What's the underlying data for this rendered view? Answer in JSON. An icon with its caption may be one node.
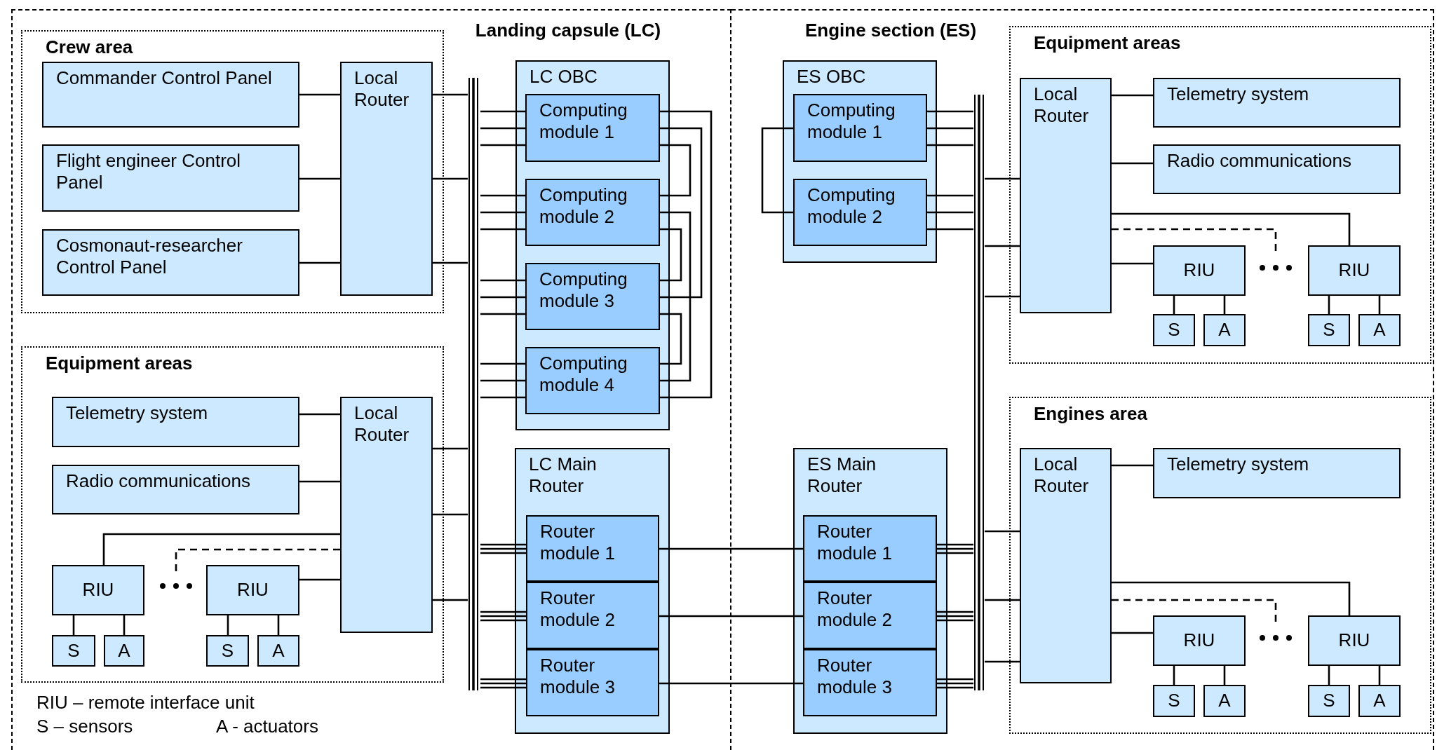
{
  "diagram": {
    "nodes": [
      {
        "text": [
          "Landing capsule (LC)"
        ]
      },
      {
        "text": [
          "Crew area"
        ],
        "in": 0
      },
      {
        "text": [
          "Commander Control Panel"
        ],
        "in": 1
      },
      {
        "text": [
          "Flight engineer Control Panel"
        ],
        "in": 1
      },
      {
        "text": [
          "Cosmonaut-researcher Control Panel"
        ],
        "in": 1
      },
      {
        "text": [
          "Local Router"
        ],
        "in": 1
      },
      {
        "text": [
          "LC OBC"
        ],
        "in": 0
      },
      {
        "text": [
          "Computing module 1"
        ],
        "in": 6
      },
      {
        "text": [
          "Computing module 2"
        ],
        "in": 6
      },
      {
        "text": [
          "Computing module 3"
        ],
        "in": 6
      },
      {
        "text": [
          "Computing module 4"
        ],
        "in": 6
      },
      {
        "text": [],
        "shape": "bar",
        "in": 0
      },
      {
        "text": [
          "Equipment areas"
        ],
        "in": 0
      },
      {
        "text": [
          "Telemetry system"
        ],
        "in": 12
      },
      {
        "text": [
          "Radio communications"
        ],
        "in": 12
      },
      {
        "text": [
          "Local Router"
        ],
        "in": 12
      },
      {
        "text": [
          "RIU"
        ],
        "in": 12
      },
      {
        "text": [
          "RIU"
        ],
        "in": 12
      },
      {
        "text": [
          "S"
        ],
        "in": 12
      },
      {
        "text": [
          "A"
        ],
        "in": 12
      },
      {
        "text": [
          "S"
        ],
        "in": 12
      },
      {
        "text": [
          "A"
        ],
        "in": 12
      },
      {
        "text": [
          "LC Main Router"
        ],
        "in": 0
      },
      {
        "text": [
          "Router module 1"
        ],
        "in": 22
      },
      {
        "text": [
          "Router module 2"
        ],
        "in": 22
      },
      {
        "text": [
          "Router module 3"
        ],
        "in": 22
      },
      {
        "text": [
          "Engine section (ES)"
        ]
      },
      {
        "text": [
          "ES OBC"
        ],
        "in": 26
      },
      {
        "text": [
          "Computing module 1"
        ],
        "in": 27
      },
      {
        "text": [
          "Computing module 2"
        ],
        "in": 27
      },
      {
        "text": [],
        "shape": "bar",
        "in": 26
      },
      {
        "text": [
          "Equipment areas"
        ],
        "in": 26
      },
      {
        "text": [
          "Local Router"
        ],
        "in": 31
      },
      {
        "text": [
          "Telemetry system"
        ],
        "in": 31
      },
      {
        "text": [
          "Radio communications"
        ],
        "in": 31
      },
      {
        "text": [
          "RIU"
        ],
        "in": 31
      },
      {
        "text": [
          "RIU"
        ],
        "in": 31
      },
      {
        "text": [
          "S"
        ],
        "in": 31
      },
      {
        "text": [
          "A"
        ],
        "in": 31
      },
      {
        "text": [
          "S"
        ],
        "in": 31
      },
      {
        "text": [
          "A"
        ],
        "in": 31
      },
      {
        "text": [
          "Engines area"
        ],
        "in": 26
      },
      {
        "text": [
          "Local Router"
        ],
        "in": 41
      },
      {
        "text": [
          "Telemetry system"
        ],
        "in": 41
      },
      {
        "text": [
          "RIU"
        ],
        "in": 41
      },
      {
        "text": [
          "RIU"
        ],
        "in": 41
      },
      {
        "text": [
          "S"
        ],
        "in": 41
      },
      {
        "text": [
          "A"
        ],
        "in": 41
      },
      {
        "text": [
          "S"
        ],
        "in": 41
      },
      {
        "text": [
          "A"
        ],
        "in": 41
      },
      {
        "text": [
          "ES Main Router"
        ],
        "in": 26
      },
      {
        "text": [
          "Router module 1"
        ],
        "in": 50
      },
      {
        "text": [
          "Router module 2"
        ],
        "in": 50
      },
      {
        "text": [
          "Router module 3"
        ],
        "in": 50
      }
    ],
    "edges": [
      {
        "from": 2,
        "to": 5,
        "arrow": "none"
      },
      {
        "from": 3,
        "to": 5,
        "arrow": "none"
      },
      {
        "from": 4,
        "to": 5,
        "arrow": "none"
      },
      {
        "from": 5,
        "to": 11,
        "arrow": "none"
      },
      {
        "from": 5,
        "to": 11,
        "arrow": "none"
      },
      {
        "from": 5,
        "to": 11,
        "arrow": "none"
      },
      {
        "from": 7,
        "to": 11,
        "arrow": "none"
      },
      {
        "from": 7,
        "to": 11,
        "arrow": "none"
      },
      {
        "from": 7,
        "to": 11,
        "arrow": "none"
      },
      {
        "from": 8,
        "to": 11,
        "arrow": "none"
      },
      {
        "from": 8,
        "to": 11,
        "arrow": "none"
      },
      {
        "from": 8,
        "to": 11,
        "arrow": "none"
      },
      {
        "from": 9,
        "to": 11,
        "arrow": "none"
      },
      {
        "from": 9,
        "to": 11,
        "arrow": "none"
      },
      {
        "from": 9,
        "to": 11,
        "arrow": "none"
      },
      {
        "from": 10,
        "to": 11,
        "arrow": "none"
      },
      {
        "from": 10,
        "to": 11,
        "arrow": "none"
      },
      {
        "from": 10,
        "to": 11,
        "arrow": "none"
      },
      {
        "from": 7,
        "to": 10,
        "arrow": "none"
      },
      {
        "from": 7,
        "to": 9,
        "arrow": "none"
      },
      {
        "from": 7,
        "to": 8,
        "arrow": "none"
      },
      {
        "from": 8,
        "to": 10,
        "arrow": "none"
      },
      {
        "from": 8,
        "to": 9,
        "arrow": "none"
      },
      {
        "from": 9,
        "to": 10,
        "arrow": "none"
      },
      {
        "from": 13,
        "to": 15,
        "arrow": "none"
      },
      {
        "from": 14,
        "to": 15,
        "arrow": "none"
      },
      {
        "from": 15,
        "to": 16,
        "arrow": "none"
      },
      {
        "from": 15,
        "to": 17,
        "arrow": "none"
      },
      {
        "from": 15,
        "to": null,
        "arrow": "none",
        "style": "dashed"
      },
      {
        "from": 16,
        "to": 18,
        "arrow": "none"
      },
      {
        "from": 16,
        "to": 19,
        "arrow": "none"
      },
      {
        "from": 17,
        "to": 20,
        "arrow": "none"
      },
      {
        "from": 17,
        "to": 21,
        "arrow": "none"
      },
      {
        "from": 15,
        "to": 11,
        "arrow": "none"
      },
      {
        "from": 15,
        "to": 11,
        "arrow": "none"
      },
      {
        "from": 15,
        "to": 11,
        "arrow": "none"
      },
      {
        "from": 23,
        "to": 11,
        "arrow": "none"
      },
      {
        "from": 23,
        "to": 11,
        "arrow": "none"
      },
      {
        "from": 23,
        "to": 11,
        "arrow": "none"
      },
      {
        "from": 24,
        "to": 11,
        "arrow": "none"
      },
      {
        "from": 24,
        "to": 11,
        "arrow": "none"
      },
      {
        "from": 24,
        "to": 11,
        "arrow": "none"
      },
      {
        "from": 25,
        "to": 11,
        "arrow": "none"
      },
      {
        "from": 25,
        "to": 11,
        "arrow": "none"
      },
      {
        "from": 25,
        "to": 11,
        "arrow": "none"
      },
      {
        "from": 23,
        "to": 51,
        "arrow": "none"
      },
      {
        "from": 24,
        "to": 52,
        "arrow": "none"
      },
      {
        "from": 25,
        "to": 53,
        "arrow": "none"
      },
      {
        "from": 28,
        "to": 29,
        "arrow": "none"
      },
      {
        "from": 28,
        "to": 30,
        "arrow": "none"
      },
      {
        "from": 28,
        "to": 30,
        "arrow": "none"
      },
      {
        "from": 28,
        "to": 30,
        "arrow": "none"
      },
      {
        "from": 29,
        "to": 30,
        "arrow": "none"
      },
      {
        "from": 29,
        "to": 30,
        "arrow": "none"
      },
      {
        "from": 29,
        "to": 30,
        "arrow": "none"
      },
      {
        "from": 30,
        "to": 32,
        "arrow": "none"
      },
      {
        "from": 30,
        "to": 32,
        "arrow": "none"
      },
      {
        "from": 30,
        "to": 32,
        "arrow": "none"
      },
      {
        "from": 32,
        "to": 33,
        "arrow": "none"
      },
      {
        "from": 32,
        "to": 34,
        "arrow": "none"
      },
      {
        "from": 32,
        "to": 36,
        "arrow": "none"
      },
      {
        "from": 32,
        "to": null,
        "arrow": "none",
        "style": "dashed"
      },
      {
        "from": 32,
        "to": 35,
        "arrow": "none"
      },
      {
        "from": 35,
        "to": 37,
        "arrow": "none"
      },
      {
        "from": 35,
        "to": 38,
        "arrow": "none"
      },
      {
        "from": 36,
        "to": 39,
        "arrow": "none"
      },
      {
        "from": 36,
        "to": 40,
        "arrow": "none"
      },
      {
        "from": 30,
        "to": 42,
        "arrow": "none"
      },
      {
        "from": 30,
        "to": 42,
        "arrow": "none"
      },
      {
        "from": 30,
        "to": 42,
        "arrow": "none"
      },
      {
        "from": 42,
        "to": 43,
        "arrow": "none"
      },
      {
        "from": 42,
        "to": 45,
        "arrow": "none"
      },
      {
        "from": 42,
        "to": null,
        "arrow": "none",
        "style": "dashed"
      },
      {
        "from": 42,
        "to": 44,
        "arrow": "none"
      },
      {
        "from": 44,
        "to": 46,
        "arrow": "none"
      },
      {
        "from": 44,
        "to": 47,
        "arrow": "none"
      },
      {
        "from": 45,
        "to": 48,
        "arrow": "none"
      },
      {
        "from": 45,
        "to": 49,
        "arrow": "none"
      },
      {
        "from": 51,
        "to": 30,
        "arrow": "none"
      },
      {
        "from": 51,
        "to": 30,
        "arrow": "none"
      },
      {
        "from": 51,
        "to": 30,
        "arrow": "none"
      },
      {
        "from": 52,
        "to": 30,
        "arrow": "none"
      },
      {
        "from": 52,
        "to": 30,
        "arrow": "none"
      },
      {
        "from": 52,
        "to": 30,
        "arrow": "none"
      },
      {
        "from": 53,
        "to": 30,
        "arrow": "none"
      },
      {
        "from": 53,
        "to": 30,
        "arrow": "none"
      },
      {
        "from": 53,
        "to": 30,
        "arrow": "none"
      }
    ],
    "labels": [
      "RIU – remote interface unit",
      "S – sensors",
      "A - actuators"
    ]
  }
}
